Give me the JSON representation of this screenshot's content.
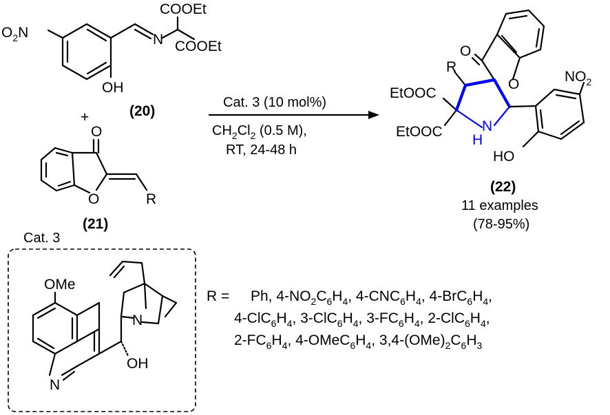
{
  "colors": {
    "ink": "#000000",
    "highlight": "#0000ff",
    "background": "#ffffff"
  },
  "reactant_20": {
    "number": "(20)",
    "ester_top": "COOEt",
    "ester_bottom": "COOEt",
    "imine_n": "N",
    "hydroxyl": "OH",
    "nitro": {
      "o": "O",
      "sub": "2",
      "n": "N"
    }
  },
  "plus": "+",
  "reactant_21": {
    "number": "(21)",
    "ketone_o": "O",
    "ring_o": "O",
    "r_group": "R"
  },
  "arrow": {
    "above": "Cat. 3 (10 mol%)",
    "below_line1": {
      "a": "CH",
      "s1": "2",
      "b": "Cl",
      "s2": "2",
      "c": " (0.5 M),"
    },
    "below_line2": "RT, 24-48 h"
  },
  "product_22": {
    "number": "(22)",
    "examples": "11 examples",
    "yield": "(78-95%)",
    "ketone_o": "O",
    "ring_o": "O",
    "r_group": "R",
    "ester_1": "EtOOC",
    "ester_2": "EtOOC",
    "nh_n": "N",
    "nh_h": "H",
    "nitro": {
      "n": "NO",
      "sub": "2"
    },
    "hydroxyl": "HO"
  },
  "catalyst": {
    "label": "Cat. 3",
    "methoxy": "OMe",
    "amine_n": "N",
    "hydroxyl": "OH",
    "quinoline_n": "N"
  },
  "r_groups": {
    "prefix": "R = ",
    "line1": [
      {
        "t": "Ph, 4-NO"
      },
      {
        "s": "2"
      },
      {
        "t": "C"
      },
      {
        "s": "6"
      },
      {
        "t": "H"
      },
      {
        "s": "4"
      },
      {
        "t": ", 4-CNC"
      },
      {
        "s": "6"
      },
      {
        "t": "H"
      },
      {
        "s": "4"
      },
      {
        "t": ", 4-BrC"
      },
      {
        "s": "6"
      },
      {
        "t": "H"
      },
      {
        "s": "4"
      },
      {
        "t": ","
      }
    ],
    "line2": [
      {
        "t": "4-ClC"
      },
      {
        "s": "6"
      },
      {
        "t": "H"
      },
      {
        "s": "4"
      },
      {
        "t": ", 3-ClC"
      },
      {
        "s": "6"
      },
      {
        "t": "H"
      },
      {
        "s": "4"
      },
      {
        "t": ", 3-FC"
      },
      {
        "s": "6"
      },
      {
        "t": "H"
      },
      {
        "s": "4"
      },
      {
        "t": ", 2-ClC"
      },
      {
        "s": "6"
      },
      {
        "t": "H"
      },
      {
        "s": "4"
      },
      {
        "t": ","
      }
    ],
    "line3": [
      {
        "t": "2-FC"
      },
      {
        "s": "6"
      },
      {
        "t": "H"
      },
      {
        "s": "4"
      },
      {
        "t": ", 4-OMeC"
      },
      {
        "s": "6"
      },
      {
        "t": "H"
      },
      {
        "s": "4"
      },
      {
        "t": ", 3,4-(OMe)"
      },
      {
        "s": "2"
      },
      {
        "t": "C"
      },
      {
        "s": "6"
      },
      {
        "t": "H"
      },
      {
        "s": "3"
      }
    ]
  }
}
